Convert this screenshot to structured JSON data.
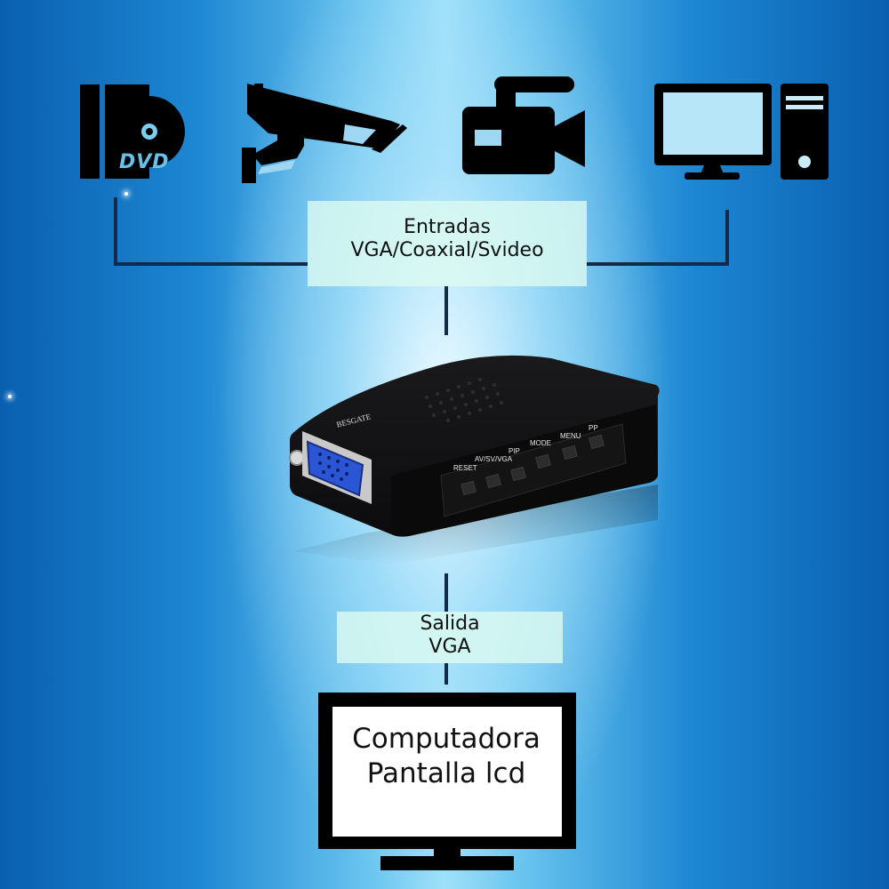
{
  "inputs_label": {
    "line1": "Entradas",
    "line2": "VGA/Coaxial/Svideo"
  },
  "output_label": {
    "line1": "Salida",
    "line2": "VGA"
  },
  "monitor_text": {
    "line1": "Computadora",
    "line2": "Pantalla lcd"
  },
  "dvd_icon_text": "DVD",
  "device": {
    "brand": "BESGATE",
    "buttons": [
      "RESET",
      "AV/SV/VGA",
      "PIP",
      "MODE",
      "MENU",
      "PP"
    ]
  },
  "icons": [
    "dvd-player-icon",
    "cctv-camera-icon",
    "video-camera-icon",
    "desktop-computer-icon"
  ],
  "colors": {
    "connector": "#152a48",
    "icon": "#000000",
    "label_bg": "#dcfaf0"
  }
}
